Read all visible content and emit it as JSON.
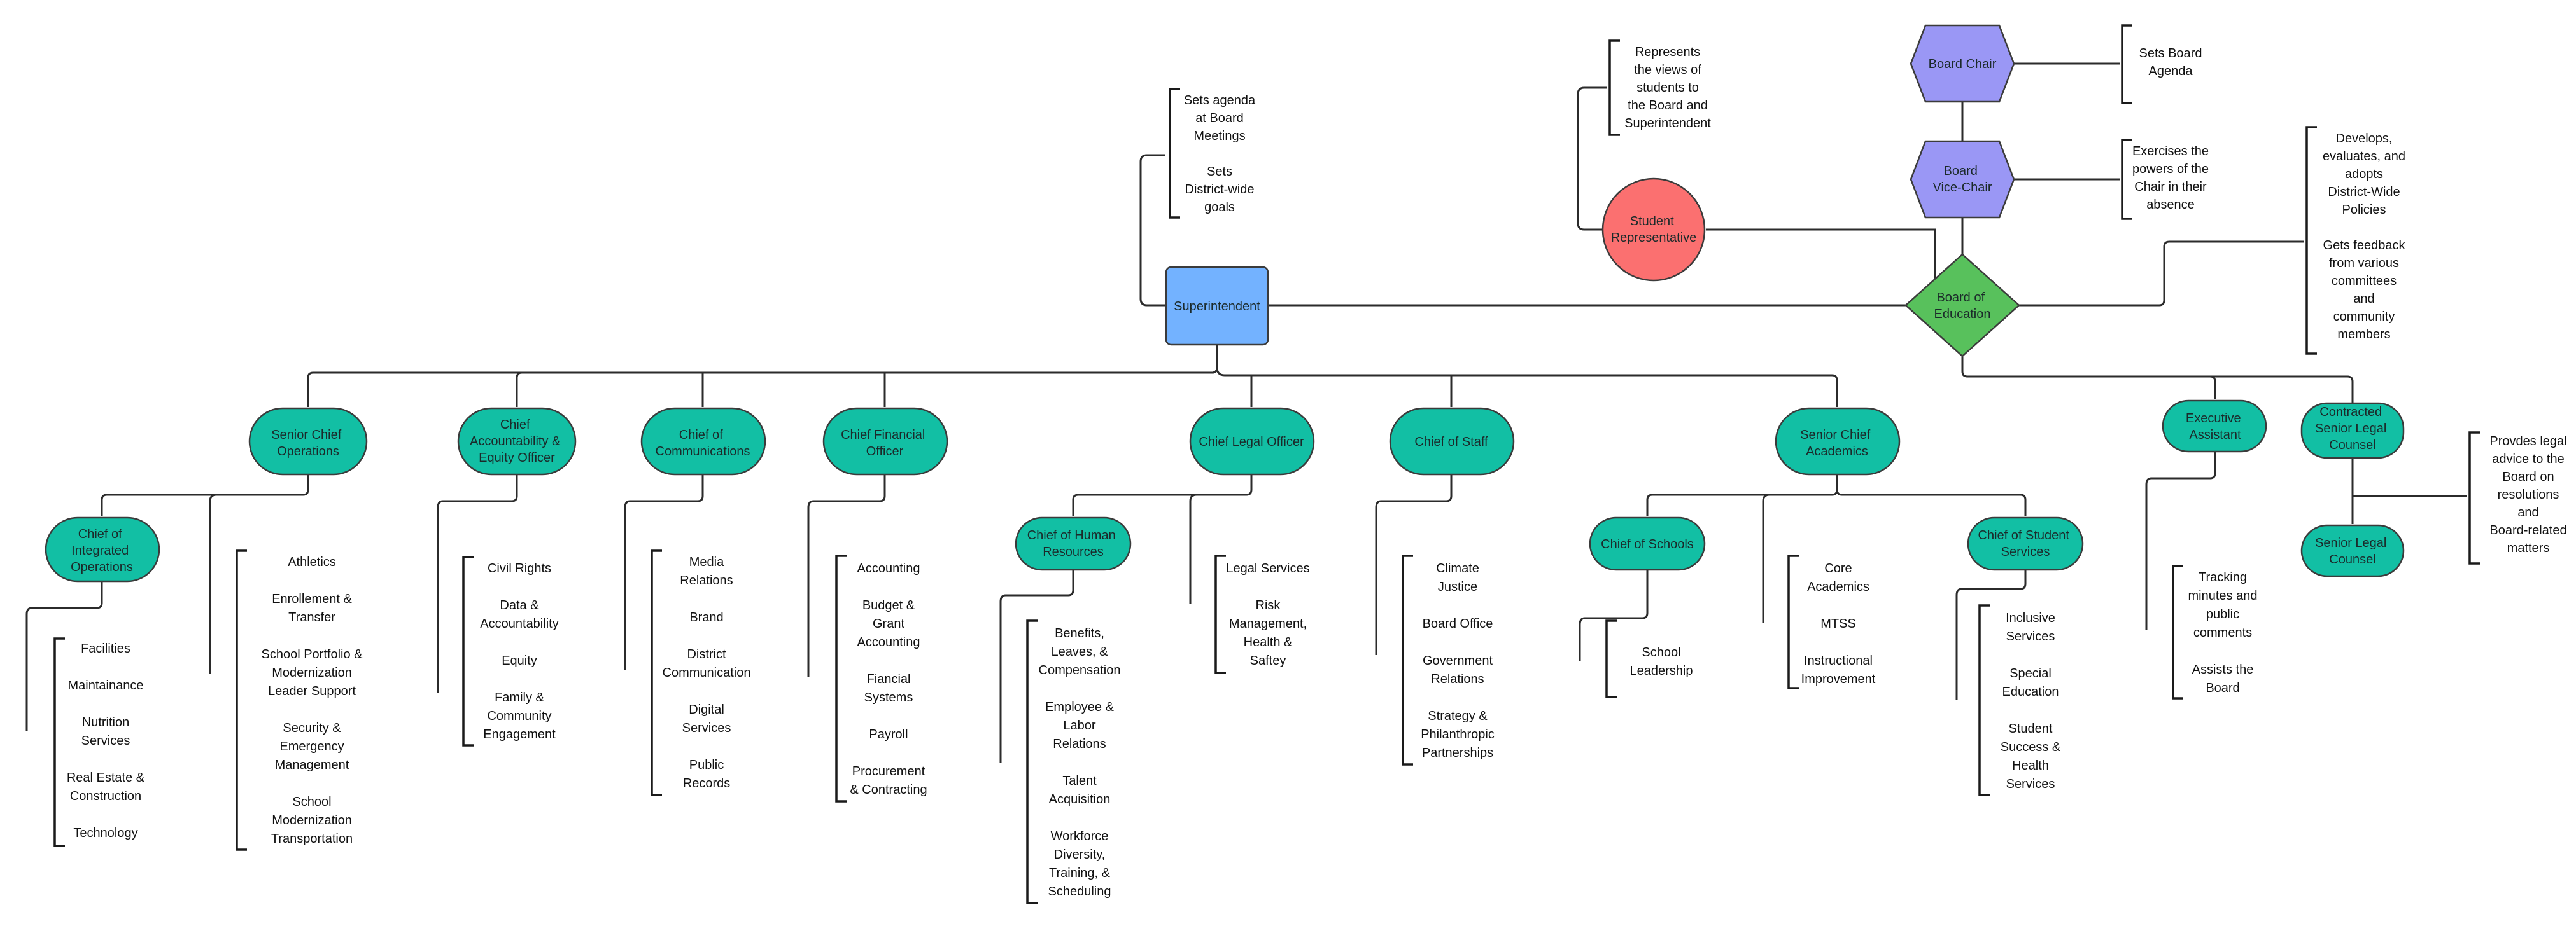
{
  "colors": {
    "teal": "#12bfa4",
    "blue": "#73b2ff",
    "purple": "#9a97f5",
    "green": "#58c15c",
    "red": "#fb7070",
    "line": "#2b2b2b"
  },
  "nodes": {
    "board_chair": "Board Chair",
    "board_vice_chair": [
      "Board",
      "Vice-Chair"
    ],
    "board_of_education": [
      "Board of",
      "Education"
    ],
    "student_representative": [
      "Student",
      "Representative"
    ],
    "superintendent": "Superintendent",
    "senior_chief_operations": [
      "Senior Chief",
      "Operations"
    ],
    "chief_accountability": [
      "Chief",
      "Accountability &",
      "Equity Officer"
    ],
    "chief_communications": [
      "Chief of",
      "Communications"
    ],
    "chief_financial_officer": [
      "Chief Financial",
      "Officer"
    ],
    "chief_legal_officer": "Chief Legal Officer",
    "chief_of_staff": "Chief of Staff",
    "senior_chief_academics": [
      "Senior Chief",
      "Academics"
    ],
    "executive_assistant": [
      "Executive",
      "Assistant"
    ],
    "contracted_senior_legal_counsel": [
      "Contracted",
      "Senior Legal",
      "Counsel"
    ],
    "senior_legal_counsel": [
      "Senior Legal",
      "Counsel"
    ],
    "chief_integrated_operations": [
      "Chief of",
      "Integrated",
      "Operations"
    ],
    "chief_human_resources": [
      "Chief of Human",
      "Resources"
    ],
    "chief_of_schools": "Chief of Schools",
    "chief_student_services": [
      "Chief of Student",
      "Services"
    ]
  },
  "notes": {
    "board_chair": [
      "Sets Board",
      "Agenda"
    ],
    "board_vice_chair": [
      "Exercises the",
      "powers of the",
      "Chair in their",
      "absence"
    ],
    "board_of_education": [
      "Develops,",
      "evaluates, and",
      "adopts",
      "District-Wide",
      "Policies",
      "",
      "Gets feedback",
      "from various",
      "committees",
      "and",
      "community",
      "members"
    ],
    "student_representative": [
      "Represents",
      "the views of",
      "students to",
      "the Board and",
      "Superintendent"
    ],
    "superintendent": [
      "Sets agenda",
      "at Board",
      "Meetings",
      "",
      "Sets",
      "District-wide",
      "goals"
    ],
    "integrated_operations": [
      "Facilities",
      "",
      "Maintainance",
      "",
      "Nutrition",
      "Services",
      "",
      "Real Estate &",
      "Construction",
      "",
      "Technology"
    ],
    "senior_chief_operations": [
      "Athletics",
      "",
      "Enrollement &",
      "Transfer",
      "",
      "School Portfolio &",
      "Modernization",
      "Leader Support",
      "",
      "Security &",
      "Emergency",
      "Management",
      "",
      "School",
      "Modernization",
      "Transportation"
    ],
    "accountability": [
      "Civil Rights",
      "",
      "Data &",
      "Accountability",
      "",
      "Equity",
      "",
      "Family &",
      "Community",
      "Engagement"
    ],
    "communications": [
      "Media",
      "Relations",
      "",
      "Brand",
      "",
      "District",
      "Communication",
      "",
      "Digital",
      "Services",
      "",
      "Public",
      "Records"
    ],
    "financial": [
      "Accounting",
      "",
      "Budget &",
      "Grant",
      "Accounting",
      "",
      "Fiancial",
      "Systems",
      "",
      "Payroll",
      "",
      "Procurement",
      "& Contracting"
    ],
    "human_resources": [
      "Benefits,",
      "Leaves, &",
      "Compensation",
      "",
      "Employee &",
      "Labor",
      "Relations",
      "",
      "Talent",
      "Acquisition",
      "",
      "Workforce",
      "Diversity,",
      "Training, &",
      "Scheduling"
    ],
    "legal": [
      "Legal Services",
      "",
      "Risk",
      "Management,",
      "Health &",
      "Saftey"
    ],
    "staff": [
      "Climate",
      "Justice",
      "",
      "Board Office",
      "",
      "Government",
      "Relations",
      "",
      "Strategy &",
      "Philanthropic",
      "Partnerships"
    ],
    "schools": [
      "School",
      "Leadership"
    ],
    "academics": [
      "Core",
      "Academics",
      "",
      "MTSS",
      "",
      "Instructional",
      "Improvement"
    ],
    "student_services": [
      "Inclusive",
      "Services",
      "",
      "Special",
      "Education",
      "",
      "Student",
      "Success &",
      "Health",
      "Services"
    ],
    "executive_assistant": [
      "Tracking",
      "minutes and",
      "public",
      "comments",
      "",
      "Assists the",
      "Board"
    ],
    "legal_counsel": [
      "Provdes legal",
      "advice to the",
      "Board on",
      "resolutions",
      "and",
      "Board-related",
      "matters"
    ]
  }
}
